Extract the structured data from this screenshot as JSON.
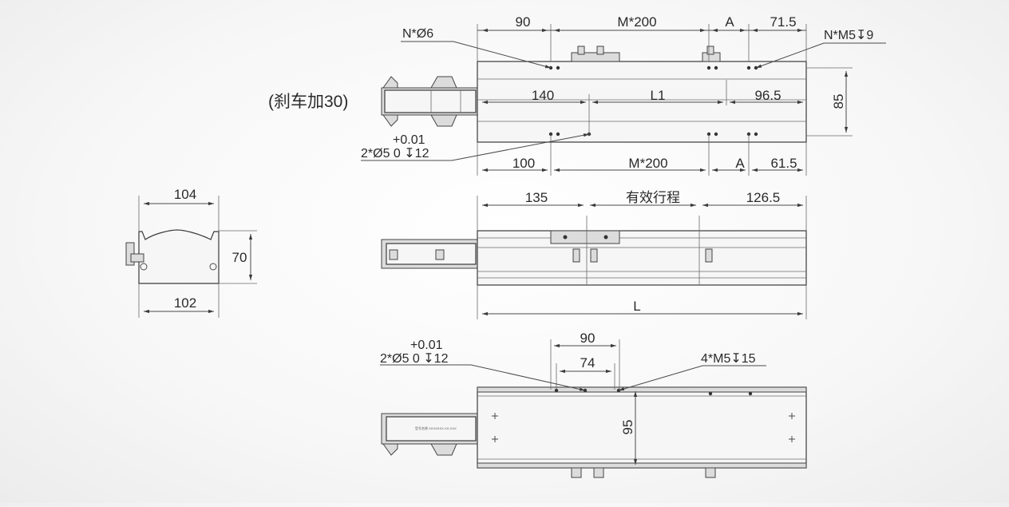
{
  "top_view": {
    "dims_top": [
      "90",
      "M*200",
      "A",
      "71.5"
    ],
    "dims_mid": [
      "140",
      "L1",
      "96.5"
    ],
    "dims_bottom": [
      "100",
      "M*200",
      "A",
      "61.5"
    ],
    "height": "85",
    "callout_holes": "N*Ø6",
    "callout_thread": "N*M5↧9",
    "tolerance": "+0.01",
    "callout_pin": "2*Ø5  0  ↧12",
    "brake_note": "(刹车加30)"
  },
  "side_view": {
    "dim_left": "135",
    "dim_stroke": "有效行程",
    "dim_right": "126.5",
    "dim_total": "L"
  },
  "end_view": {
    "width_top": "104",
    "width_bottom": "102",
    "height": "70"
  },
  "bottom_view": {
    "tolerance": "+0.01",
    "callout_pin": "2*Ø5  0  ↧12",
    "dim_outer": "90",
    "dim_inner": "74",
    "callout_thread": "4*M5↧15",
    "height": "95",
    "label_text": "型号名称 XXXXXXX-XX-XXX"
  }
}
